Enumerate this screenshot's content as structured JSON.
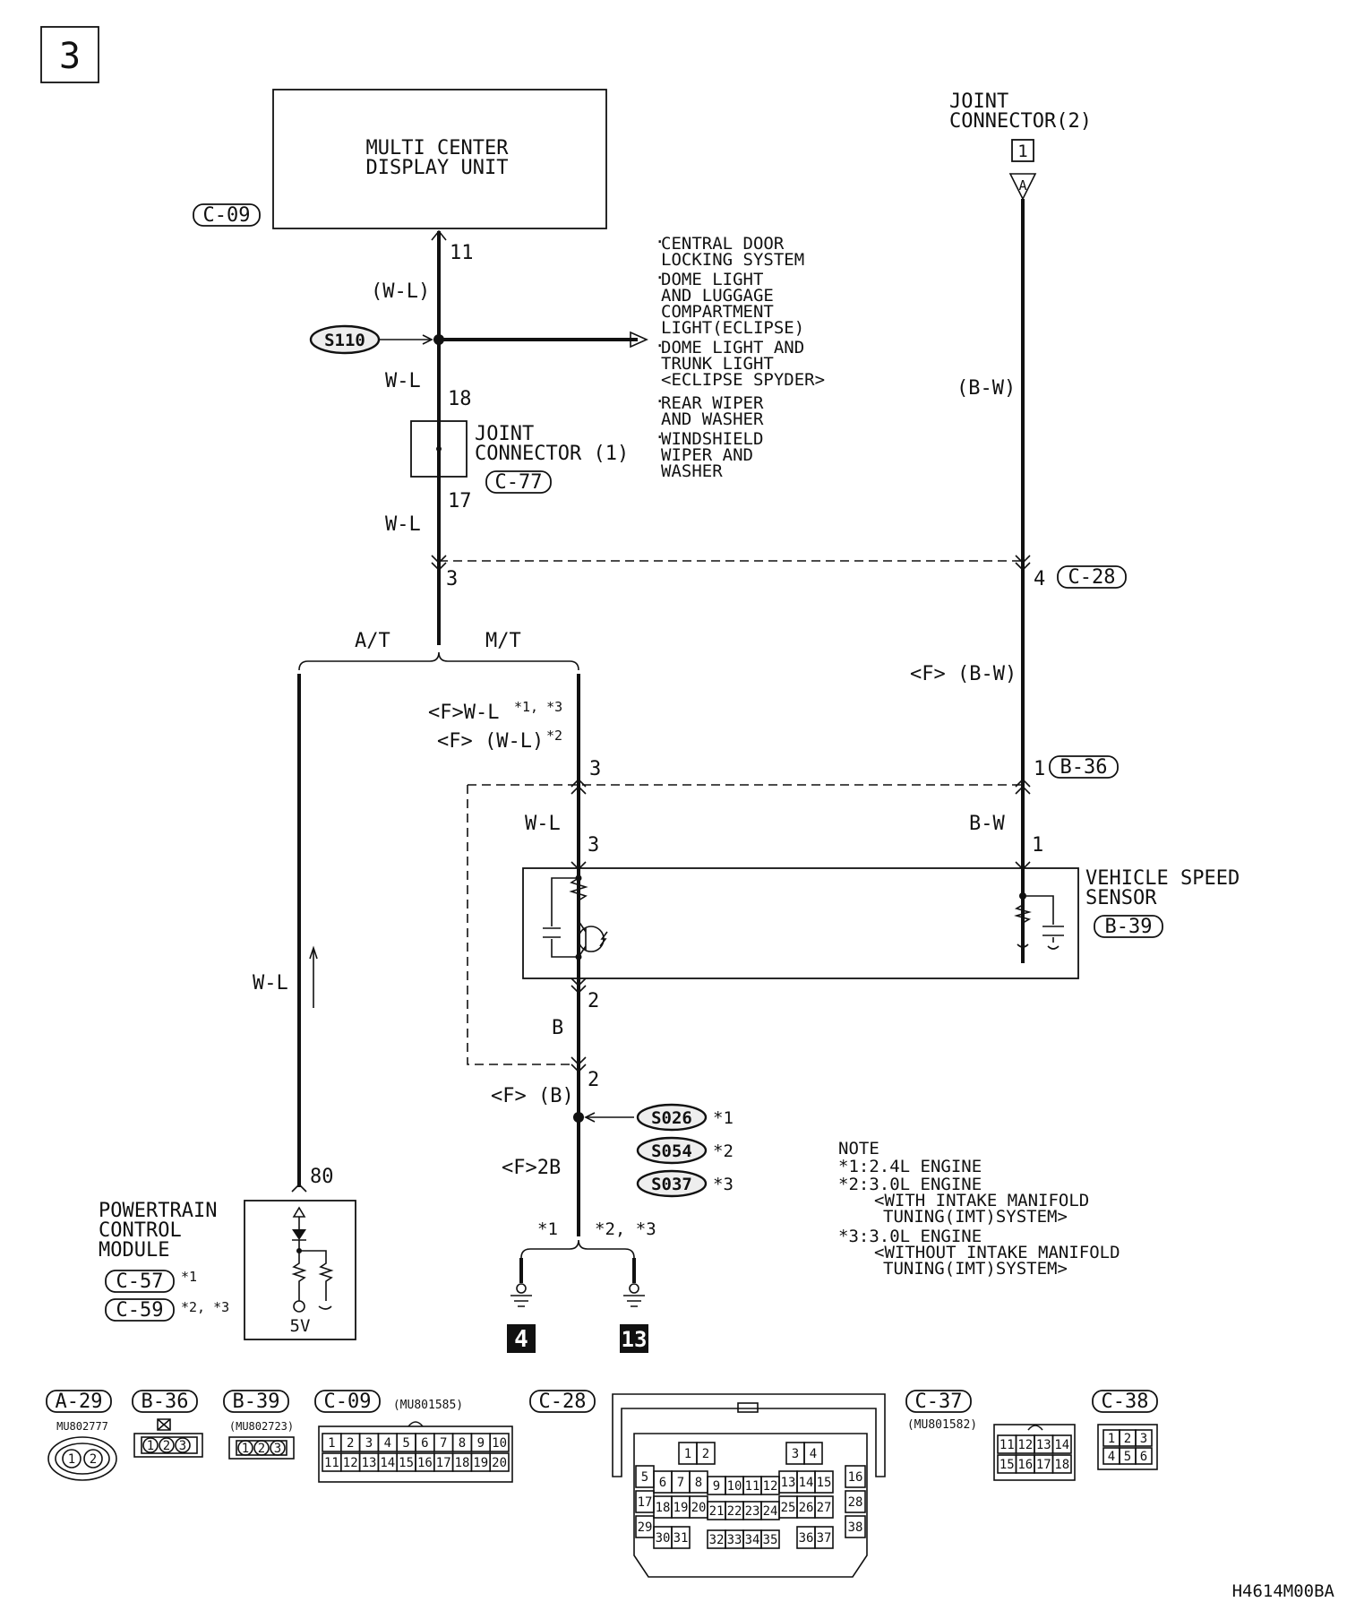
{
  "page": {
    "section_number": "3",
    "figure_code": "H4614M00BA"
  },
  "components": {
    "mcdu": {
      "line1": "MULTI CENTER",
      "line2": "DISPLAY UNIT",
      "connector": "C-09",
      "pin": "11"
    },
    "joint_connector_2": {
      "line1": "JOINT",
      "line2": "CONNECTOR(2)",
      "box_number": "1",
      "pin_letter": "A"
    },
    "joint_connector_1": {
      "line1": "JOINT",
      "line2": "CONNECTOR (1)",
      "connector": "C-77",
      "pin_in": "18",
      "pin_out": "17"
    },
    "splice_s110": "S110",
    "vehicle_speed_sensor": {
      "line1": "VEHICLE SPEED",
      "line2": "SENSOR",
      "connector": "B-39",
      "pin_signal": "3",
      "pin_ground": "2",
      "pin_power": "1"
    },
    "pcm": {
      "line1": "POWERTRAIN",
      "line2": "CONTROL",
      "line3": "MODULE",
      "connector_1": "C-57",
      "note_1": "*1",
      "connector_2": "C-59",
      "note_2": "*2, *3",
      "pin": "80",
      "voltage": "5V"
    },
    "grounds": {
      "splice_1": "S026",
      "splice_1_note": "*1",
      "splice_2": "S054",
      "splice_2_note": "*2",
      "splice_3": "S037",
      "splice_3_note": "*3",
      "ground_left": "4",
      "ground_right": "13",
      "branch_left": "*1",
      "branch_right": "*2, *3"
    }
  },
  "destinations": [
    [
      "CENTRAL DOOR",
      "LOCKING SYSTEM"
    ],
    [
      "DOME LIGHT",
      "AND LUGGAGE",
      "COMPARTMENT",
      "LIGHT(ECLIPSE)"
    ],
    [
      "DOME LIGHT AND",
      "TRUNK LIGHT",
      "<ECLIPSE SPYDER>"
    ],
    [
      "REAR WIPER",
      "AND WASHER"
    ],
    [
      "WINDSHIELD",
      "WIPER AND",
      "WASHER"
    ]
  ],
  "wires": {
    "wl_paren": "(W-L)",
    "wl": "W-L",
    "wl_mid": "W-L",
    "bw_paren": "(B-W)",
    "bw_f": "<F> (B-W)",
    "bw": "B-W",
    "at": "A/T",
    "mt": "M/T",
    "f_wl": "<F>W-L",
    "f_wl_note": "*1, *3",
    "f_wl_paren": "<F> (W-L)",
    "f_wl_paren_note": "*2",
    "wl_sensor": "W-L",
    "wl_pcm": "W-L",
    "b": "B",
    "f_b": "<F> (B)",
    "f_2b": "<F>2B"
  },
  "connectors_inline": {
    "c28": "C-28",
    "c28_pin_left": "3",
    "c28_pin_right": "4",
    "b36": "B-36",
    "b36_pin_left": "3",
    "b36_pin_right": "1",
    "lower_pin_2": "2"
  },
  "note": {
    "title": "NOTE",
    "lines": [
      "*1:2.4L ENGINE",
      "*2:3.0L ENGINE",
      "<WITH INTAKE MANIFOLD",
      "TUNING(IMT)SYSTEM>",
      "*3:3.0L ENGINE",
      "<WITHOUT INTAKE MANIFOLD",
      "TUNING(IMT)SYSTEM>"
    ]
  },
  "connector_views": {
    "a29": {
      "label": "A-29",
      "part": "MU802777",
      "pins": [
        "1",
        "2"
      ]
    },
    "b36": {
      "label": "B-36",
      "pins": [
        "1",
        "2",
        "3"
      ]
    },
    "b39": {
      "label": "B-39",
      "part": "(MU802723)",
      "pins": [
        "1",
        "2",
        "3"
      ]
    },
    "c09": {
      "label": "C-09",
      "part": "(MU801585)",
      "row1": [
        "1",
        "2",
        "3",
        "4",
        "5",
        "6",
        "7",
        "8",
        "9",
        "10"
      ],
      "row2": [
        "11",
        "12",
        "13",
        "14",
        "15",
        "16",
        "17",
        "18",
        "19",
        "20"
      ]
    },
    "c28": {
      "label": "C-28",
      "pins": [
        "1",
        "2",
        "3",
        "4",
        "5",
        "6",
        "7",
        "8",
        "9",
        "10",
        "11",
        "12",
        "13",
        "14",
        "15",
        "16",
        "17",
        "18",
        "19",
        "20",
        "21",
        "22",
        "23",
        "24",
        "25",
        "26",
        "27",
        "28",
        "29",
        "30",
        "31",
        "32",
        "33",
        "34",
        "35",
        "36",
        "37",
        "38"
      ]
    },
    "c37": {
      "label": "C-37",
      "part": "(MU801582)",
      "row1": [
        "11",
        "12",
        "13",
        "14"
      ],
      "row2": [
        "15",
        "16",
        "17",
        "18"
      ]
    },
    "c38": {
      "label": "C-38",
      "row1": [
        "1",
        "2",
        "3"
      ],
      "row2": [
        "4",
        "5",
        "6"
      ]
    }
  }
}
